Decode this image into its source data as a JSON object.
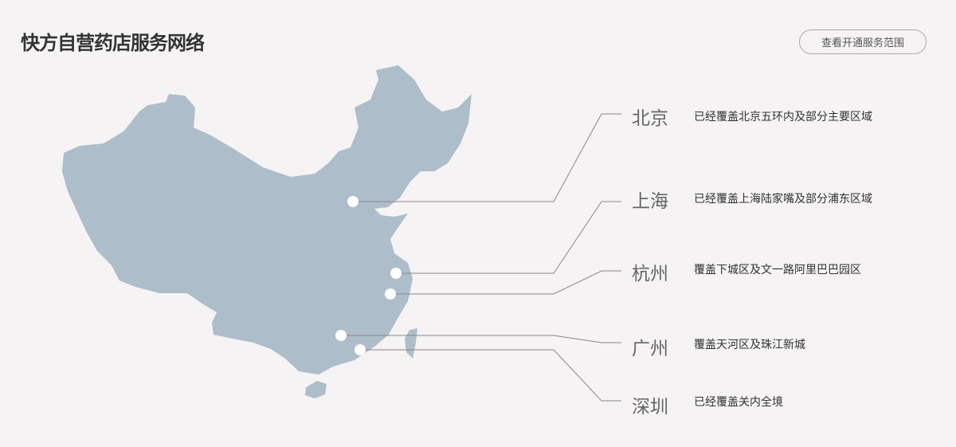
{
  "header": {
    "title": "快方自营药店服务网络",
    "scope_button": "查看开通服务范围"
  },
  "colors": {
    "map": "#aebdca",
    "line": "#888888",
    "dot": "#ffffff"
  },
  "cities": [
    {
      "name": "北京",
      "desc": "已经覆盖北京五环内及部分主要区域"
    },
    {
      "name": "上海",
      "desc": "已经覆盖上海陆家嘴及部分浦东区域"
    },
    {
      "name": "杭州",
      "desc": "覆盖下城区及文一路阿里巴巴园区"
    },
    {
      "name": "广州",
      "desc": "覆盖天河区及珠江新城"
    },
    {
      "name": "深圳",
      "desc": "已经覆盖关内全境"
    }
  ]
}
